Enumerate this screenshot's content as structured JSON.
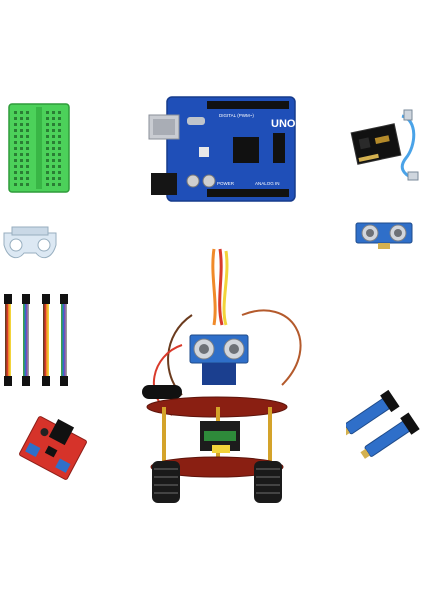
{
  "board": {
    "logo_text": "UNO",
    "brand_text": "DIGITAL (PWM~)",
    "power_text": "POWER",
    "analog_text": "ANALOG IN"
  },
  "colors": {
    "breadboard": "#4cd15a",
    "board_blue": "#1f4fb8",
    "sensor_blue": "#2f6fc9",
    "chassis_red": "#8a1f12",
    "driver_red": "#d6332a",
    "wheel_black": "#1a1a1a",
    "usb_cable": "#4aa3e8"
  }
}
